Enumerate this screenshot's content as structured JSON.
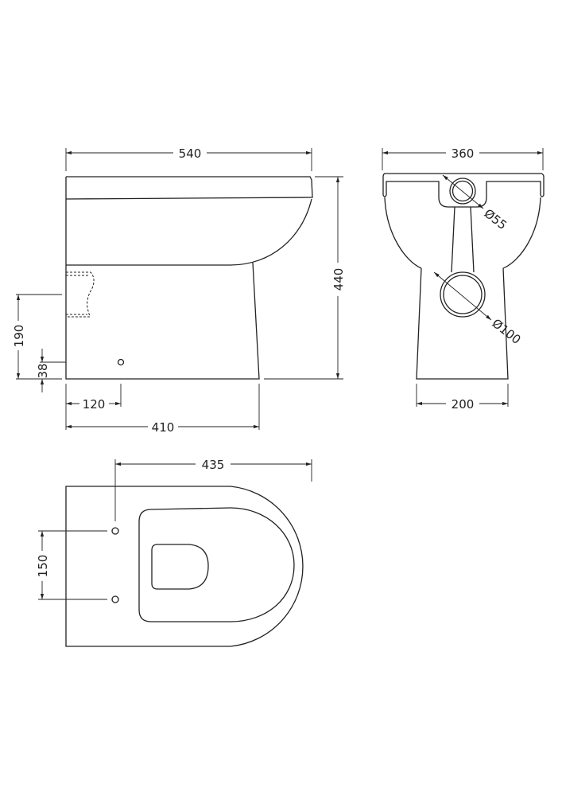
{
  "title": "Back to wall toilet technical drawing",
  "side_view": {
    "width_label": "540",
    "height_label": "440",
    "waste_height_label": "190",
    "fixing_height_label": "38",
    "fixing_offset_label": "120",
    "base_depth_label": "410"
  },
  "back_view": {
    "width_label": "360",
    "base_width_label": "200",
    "inlet_diameter_label": "Ø55",
    "outlet_diameter_label": "Ø100"
  },
  "top_view": {
    "depth_label": "435",
    "hole_spacing_label": "150"
  }
}
